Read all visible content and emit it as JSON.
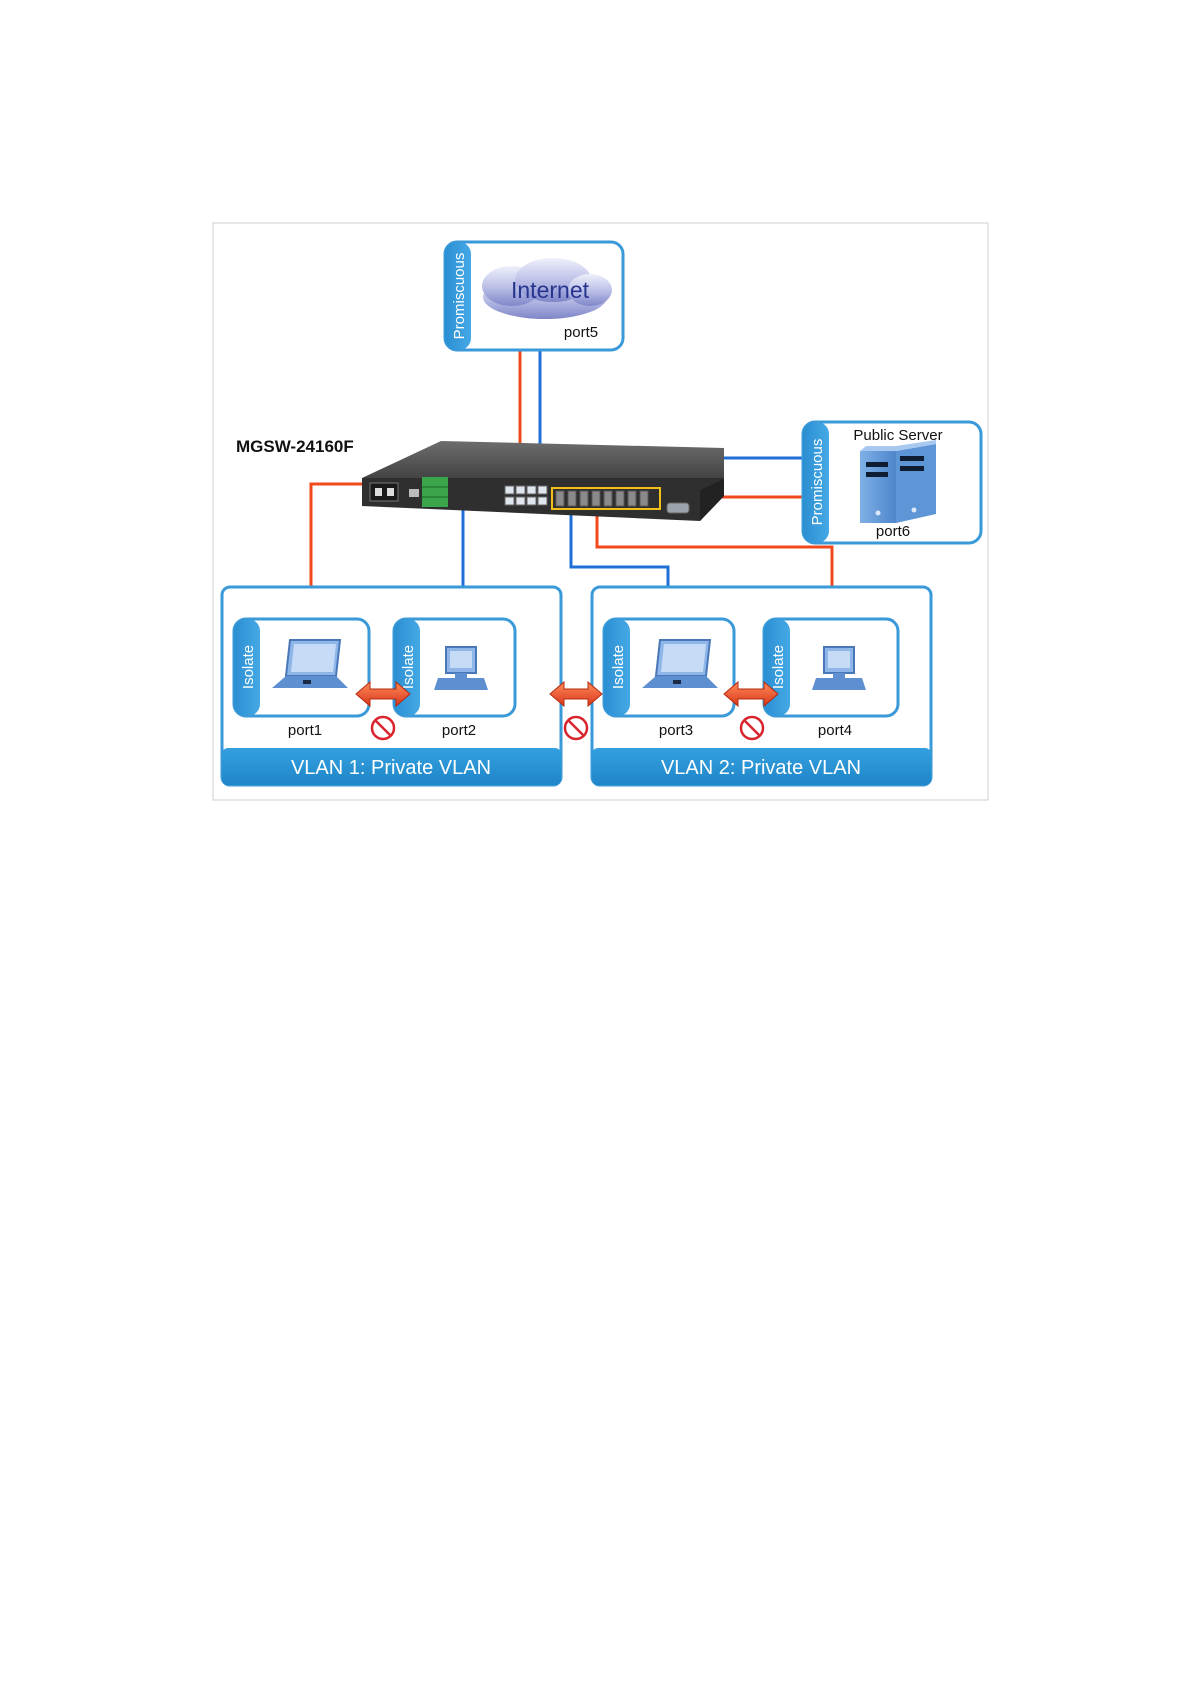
{
  "diagram": {
    "switch_model": "MGSW-24160F",
    "internet": {
      "cloud_label": "Internet",
      "mode": "Promiscuous",
      "port": "port5"
    },
    "server": {
      "title": "Public Server",
      "mode": "Promiscuous",
      "port": "port6"
    },
    "vlans": [
      {
        "title": "VLAN 1: Private VLAN",
        "hosts": [
          {
            "mode": "Isolate",
            "port": "port1",
            "device": "laptop"
          },
          {
            "mode": "Isolate",
            "port": "port2",
            "device": "desktop"
          }
        ]
      },
      {
        "title": "VLAN 2: Private VLAN",
        "hosts": [
          {
            "mode": "Isolate",
            "port": "port3",
            "device": "laptop"
          },
          {
            "mode": "Isolate",
            "port": "port4",
            "device": "desktop"
          }
        ]
      }
    ],
    "colors": {
      "frame_blue": "#3a9ad9",
      "vlan_bar": "#2b8fd0",
      "link_red": "#f04a1c",
      "link_blue": "#1f6fd6",
      "blocked_red": "#d9232d",
      "switch_body": "#3c3c3c",
      "switch_accent": "#f2c018"
    },
    "icons": [
      "cloud-icon",
      "server-icon",
      "laptop-icon",
      "desktop-icon",
      "blocked-icon",
      "double-arrow-icon"
    ]
  }
}
